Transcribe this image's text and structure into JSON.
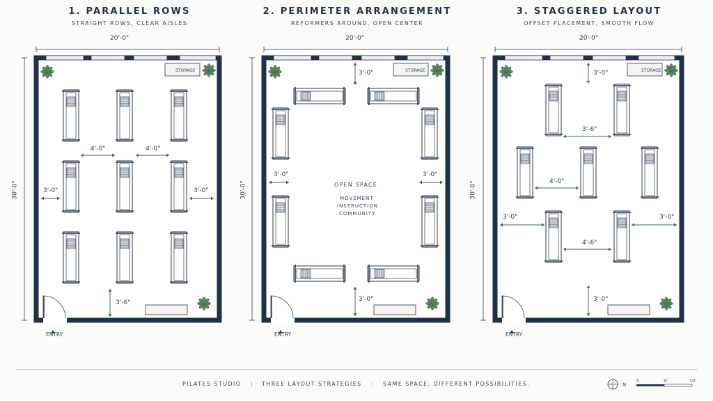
{
  "panels": [
    {
      "title": "1. PARALLEL ROWS",
      "subtitle": "STRAIGHT ROWS, CLEAR AISLES",
      "width_label": "20'-0\"",
      "height_label": "30'-0\"",
      "storage": "STORAGE",
      "entry": "ENTRY",
      "dims": [
        "4'-0\"",
        "4'-0\"",
        "3'-0\"",
        "3'-0\"",
        "3'-6\""
      ]
    },
    {
      "title": "2. PERIMETER ARRANGEMENT",
      "subtitle": "REFORMERS AROUND, OPEN CENTER",
      "width_label": "20'-0\"",
      "height_label": "30'-0\"",
      "storage": "STORAGE",
      "entry": "ENTRY",
      "dims": [
        "3'-0\"",
        "3'-0\"",
        "3'-0\"",
        "3'-0\""
      ],
      "center_title": "OPEN SPACE",
      "center_lines": [
        "MOVEMENT",
        "INSTRUCTION",
        "COMMUNITY"
      ]
    },
    {
      "title": "3. STAGGERED LAYOUT",
      "subtitle": "OFFSET PLACEMENT, SMOOTH FLOW",
      "width_label": "20'-0\"",
      "height_label": "30'-0\"",
      "storage": "STORAGE",
      "entry": "ENTRY",
      "dims": [
        "3'-0\"",
        "3'-6\"",
        "4'-0\"",
        "3'-0\"",
        "3'-0\"",
        "4'-6\"",
        "3'-0\""
      ]
    }
  ],
  "footer": {
    "studio": "PILATES STUDIO",
    "strategies": "THREE LAYOUT STRATEGIES",
    "tagline": "SAME SPACE. DIFFERENT POSSIBILITIES."
  },
  "legend": {
    "north": "N",
    "scale": [
      "0",
      "5'",
      "10'"
    ]
  },
  "icons": {
    "plant": "plant-icon",
    "compass": "north-arrow-icon",
    "entry": "entry-arrow-icon"
  },
  "colors": {
    "wall": "#1f3148",
    "accent": "#3e6b4a",
    "ink": "#2b3a4d",
    "paper": "#fbfbf9"
  }
}
